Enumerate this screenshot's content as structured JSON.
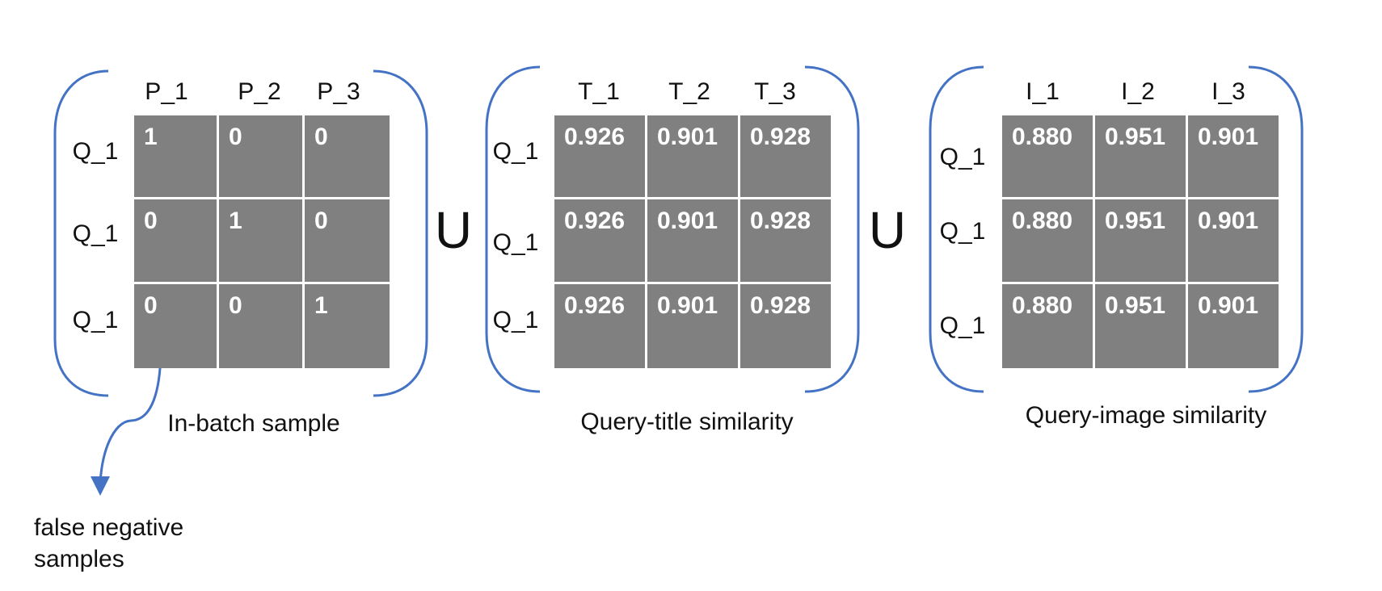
{
  "colors": {
    "bracket": "#4472C4",
    "cell": "#808080",
    "cell_text": "#ffffff"
  },
  "union_symbol": "U",
  "matrices": [
    {
      "id": "in-batch",
      "caption": "In-batch sample",
      "col_headers": [
        "P_1",
        "P_2",
        "P_3"
      ],
      "row_headers": [
        "Q_1",
        "Q_1",
        "Q_1"
      ],
      "cells": [
        [
          "1",
          "0",
          "0"
        ],
        [
          "0",
          "1",
          "0"
        ],
        [
          "0",
          "0",
          "1"
        ]
      ]
    },
    {
      "id": "query-title",
      "caption": "Query-title similarity",
      "col_headers": [
        "T_1",
        "T_2",
        "T_3"
      ],
      "row_headers": [
        "Q_1",
        "Q_1",
        "Q_1"
      ],
      "cells": [
        [
          "0.926",
          "0.901",
          "0.928"
        ],
        [
          "0.926",
          "0.901",
          "0.928"
        ],
        [
          "0.926",
          "0.901",
          "0.928"
        ]
      ]
    },
    {
      "id": "query-image",
      "caption": "Query-image similarity",
      "col_headers": [
        "I_1",
        "I_2",
        "I_3"
      ],
      "row_headers": [
        "Q_1",
        "Q_1",
        "Q_1"
      ],
      "cells": [
        [
          "0.880",
          "0.951",
          "0.901"
        ],
        [
          "0.880",
          "0.951",
          "0.901"
        ],
        [
          "0.880",
          "0.951",
          "0.901"
        ]
      ]
    }
  ],
  "annotation": {
    "line1": "false negative",
    "line2": "samples"
  }
}
